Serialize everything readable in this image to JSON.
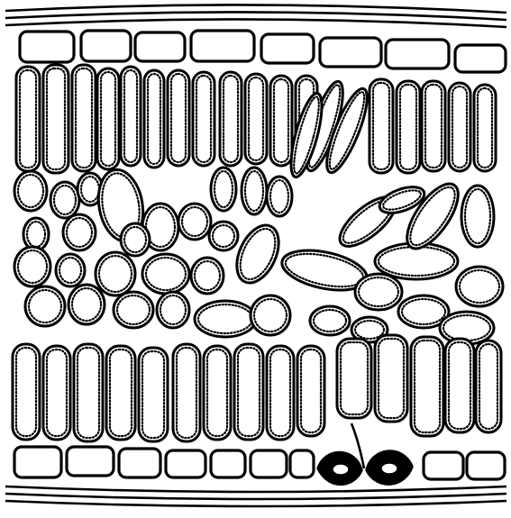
{
  "figure": {
    "subject": "leaf-cross-section",
    "style": "line-drawing",
    "colors": {
      "ink": "#000000",
      "paper": "#ffffff"
    },
    "layers": [
      {
        "id": "cuticle-top"
      },
      {
        "id": "upper-epidermis"
      },
      {
        "id": "palisade-upper"
      },
      {
        "id": "spongy-mesophyll"
      },
      {
        "id": "palisade-lower"
      },
      {
        "id": "lower-epidermis"
      },
      {
        "id": "cuticle-bottom"
      },
      {
        "id": "stoma"
      }
    ]
  }
}
